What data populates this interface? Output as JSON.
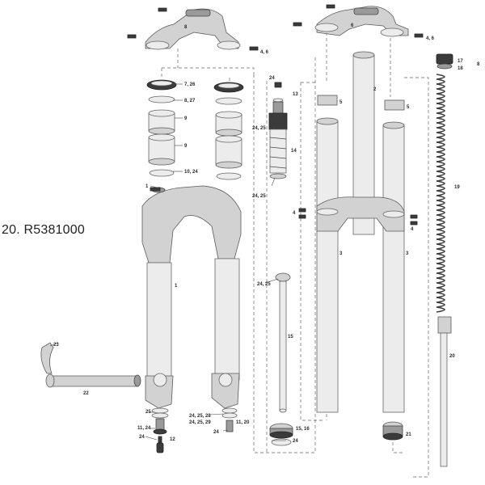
{
  "title": "20. R5381000",
  "labels": {
    "l8a": "8",
    "l8b": "6",
    "l46a": "4, 6",
    "l46b": "4, 6",
    "l726": "7, 26",
    "l827": "8, 27",
    "l9a": "9",
    "l9b": "9",
    "l1024": "10, 24",
    "l1a": "1",
    "l1b": "1",
    "l24top": "24",
    "l13": "13",
    "l2425a": "24, 25",
    "l14": "14",
    "l2425b": "24, 25",
    "l5a": "5",
    "l5b": "5",
    "l2": "2",
    "l4a": "4",
    "l4b": "4",
    "l3a": "3",
    "l3b": "3",
    "l1718": "17",
    "l18": "18",
    "l8c": "8",
    "l19": "19",
    "l2425c": "24, 25",
    "l15": "15",
    "l20": "20",
    "l23": "23",
    "l22": "22",
    "l25": "25",
    "l1124": "11, 24",
    "l24b": "24",
    "l12": "12",
    "l242528": "24, 25, 28",
    "l242529": "24, 25, 29",
    "l1120": "11, 20",
    "l24c": "24",
    "l1516": "15, 16",
    "l24d": "24",
    "l21": "21"
  }
}
